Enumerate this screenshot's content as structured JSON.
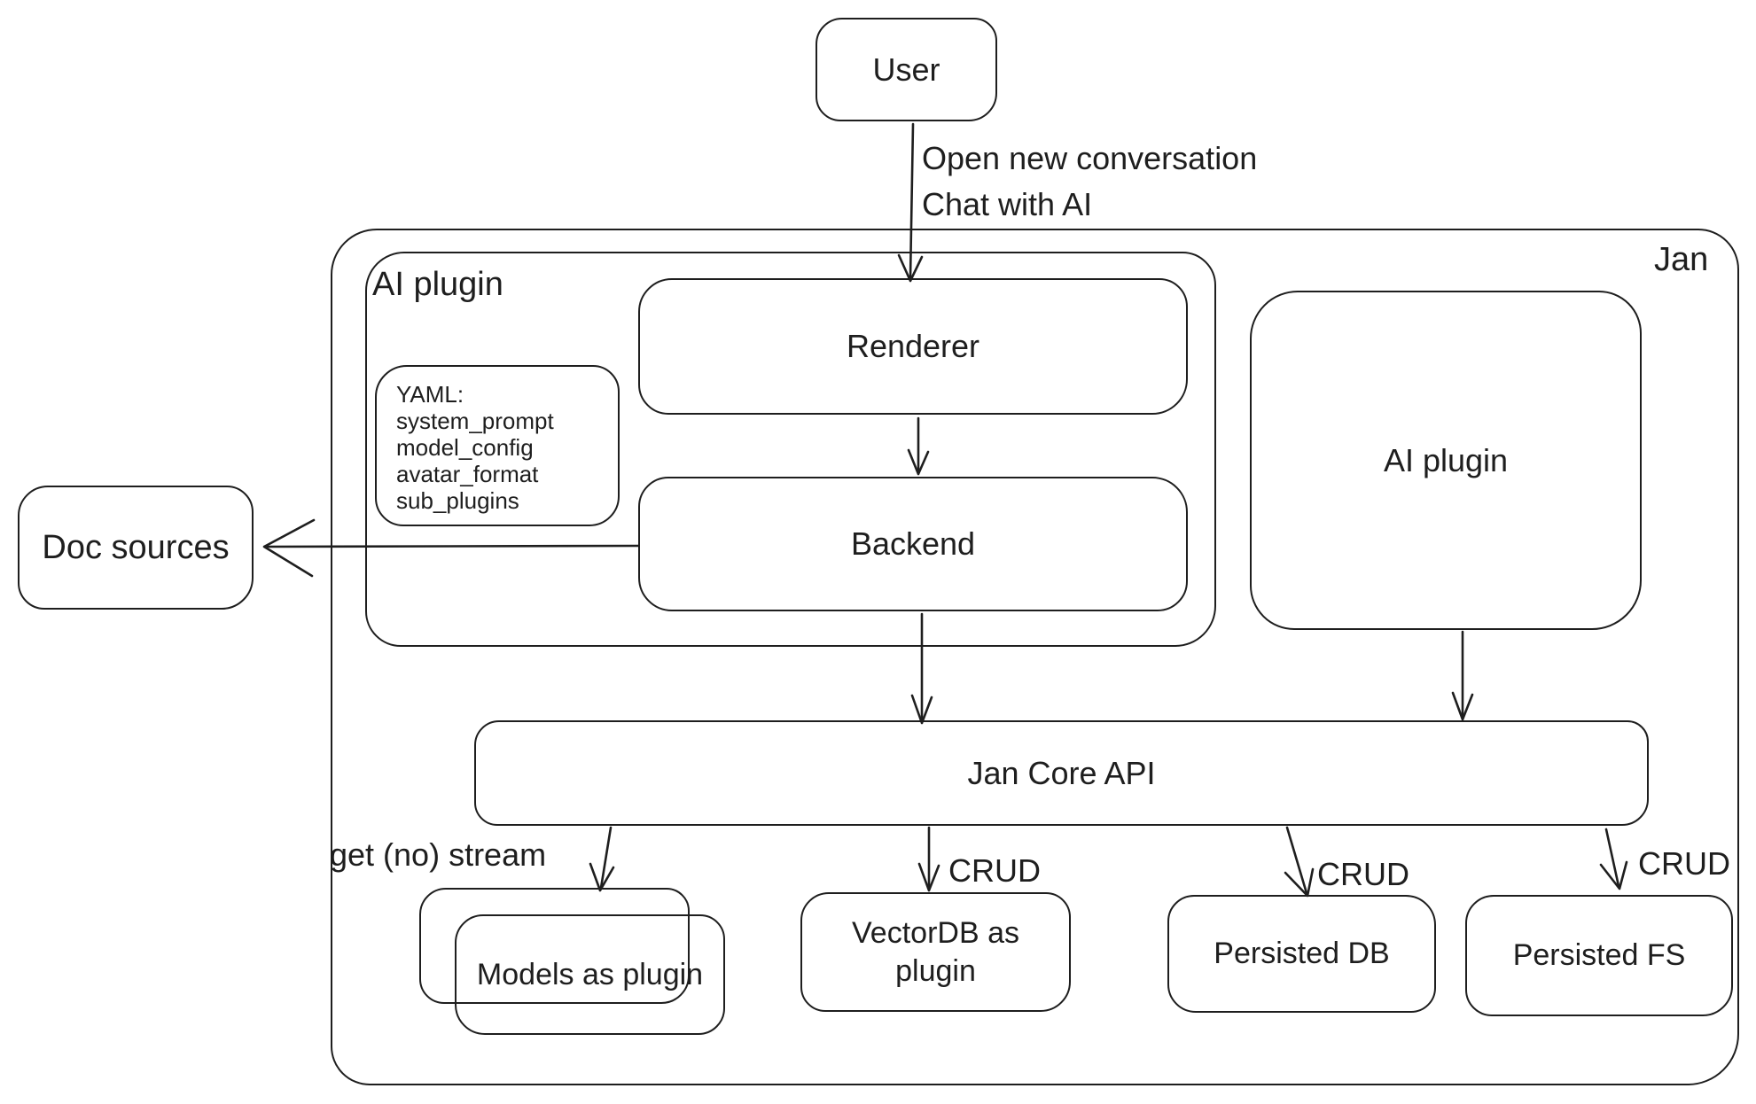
{
  "colors": {
    "stroke": "#1e1e1e",
    "background": "#ffffff"
  },
  "nodes": {
    "user": {
      "label": "User"
    },
    "jan_container": {
      "label": "Jan"
    },
    "ai_plugin_container": {
      "label": "AI plugin"
    },
    "yaml_note": {
      "lines": [
        "YAML:",
        "system_prompt",
        "model_config",
        "avatar_format",
        "sub_plugins"
      ]
    },
    "renderer": {
      "label": "Renderer"
    },
    "backend": {
      "label": "Backend"
    },
    "ai_plugin_box": {
      "label": "AI plugin"
    },
    "doc_sources": {
      "label": "Doc sources"
    },
    "jan_core_api": {
      "label": "Jan Core API"
    },
    "models_as_plugin": {
      "label": "Models as plugin"
    },
    "vectordb_as_plugin": {
      "label": "VectorDB as plugin"
    },
    "persisted_db": {
      "label": "Persisted DB"
    },
    "persisted_fs": {
      "label": "Persisted FS"
    }
  },
  "edges": {
    "user_to_renderer": {
      "label_line1": "Open new conversation",
      "label_line2": "Chat with AI"
    },
    "jan_core_to_models": {
      "label": "get (no) stream"
    },
    "jan_core_to_vectordb": {
      "label": "CRUD"
    },
    "jan_core_to_persisted_db": {
      "label": "CRUD"
    },
    "jan_core_to_persisted_fs": {
      "label": "CRUD"
    }
  }
}
